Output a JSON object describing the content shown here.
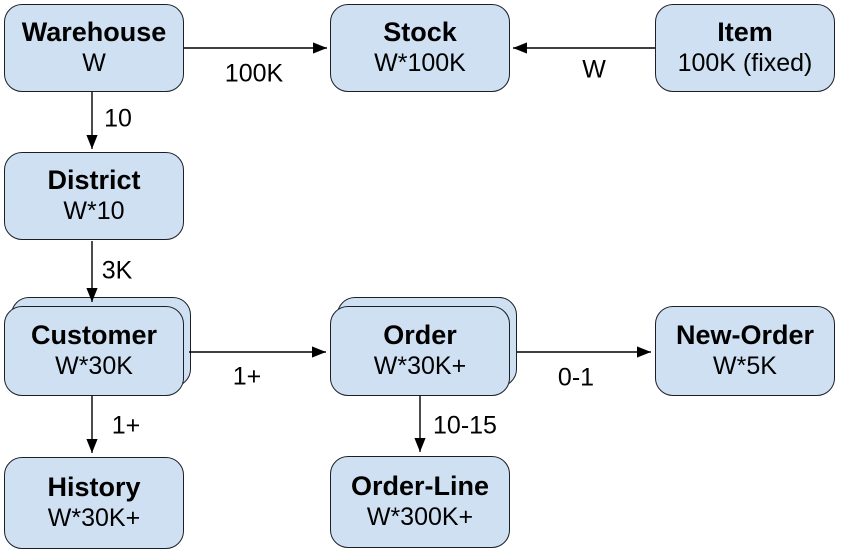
{
  "colors": {
    "background": "#ffffff",
    "node_fill": "#cfe0f2",
    "node_border": "#1b1f27",
    "edge": "#000000",
    "text": "#000000"
  },
  "nodes": [
    {
      "id": "warehouse",
      "title": "Warehouse",
      "subtitle": "W",
      "stacked": false
    },
    {
      "id": "stock",
      "title": "Stock",
      "subtitle": "W*100K",
      "stacked": false
    },
    {
      "id": "item",
      "title": "Item",
      "subtitle": "100K (fixed)",
      "stacked": false
    },
    {
      "id": "district",
      "title": "District",
      "subtitle": "W*10",
      "stacked": false
    },
    {
      "id": "customer",
      "title": "Customer",
      "subtitle": "W*30K",
      "stacked": true
    },
    {
      "id": "order",
      "title": "Order",
      "subtitle": "W*30K+",
      "stacked": true
    },
    {
      "id": "new-order",
      "title": "New-Order",
      "subtitle": "W*5K",
      "stacked": false
    },
    {
      "id": "history",
      "title": "History",
      "subtitle": "W*30K+",
      "stacked": false
    },
    {
      "id": "order-line",
      "title": "Order-Line",
      "subtitle": "W*300K+",
      "stacked": false
    }
  ],
  "edges": [
    {
      "from": "Warehouse",
      "to": "Stock",
      "label": "100K"
    },
    {
      "from": "Item",
      "to": "Stock",
      "label": "W"
    },
    {
      "from": "Warehouse",
      "to": "District",
      "label": "10"
    },
    {
      "from": "District",
      "to": "Customer",
      "label": "3K"
    },
    {
      "from": "Customer",
      "to": "Order",
      "label": "1+"
    },
    {
      "from": "Order",
      "to": "New-Order",
      "label": "0-1"
    },
    {
      "from": "Customer",
      "to": "History",
      "label": "1+"
    },
    {
      "from": "Order",
      "to": "Order-Line",
      "label": "10-15"
    }
  ]
}
